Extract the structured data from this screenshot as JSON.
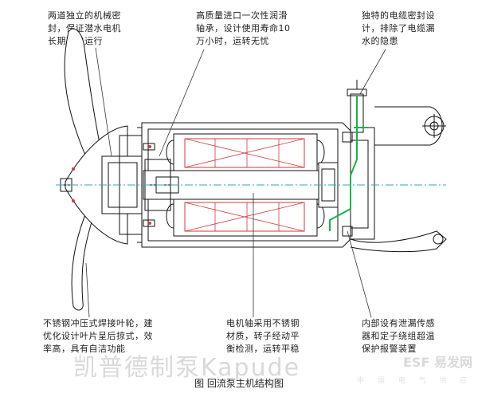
{
  "callouts": {
    "seal": "两道独立的机械密\n封，保证潜水电机\n长期可靠运行",
    "bearing": "高质量进口一次性润滑\n轴承，设计使用寿命10\n万小时，运转无忧",
    "cable": "独特的电缆密封设\n计，排除了电缆漏\n水的隐患",
    "impeller": "不锈钢冲压式焊接叶轮，建\n优化设计叶片呈后掠式，效\n率高，具有自洁功能",
    "shaft": "电机轴采用不锈钢\n材质，转子经动平\n衡检测，运转平稳",
    "sensor": "内部设有泄漏传感\n器和定子绕组超温\n保护报警装置"
  },
  "watermark": "凯普德制泵Kapude",
  "brand_logo": "ESF 易发网",
  "brand_sub": "中 国 电 气 供 应 商",
  "caption": "图 回流泵主机结构图",
  "colors": {
    "line": "#111111",
    "axis": "#2aa7c9",
    "winding": "#d33a3a",
    "cable": "#19b34a",
    "note": "#222222"
  }
}
